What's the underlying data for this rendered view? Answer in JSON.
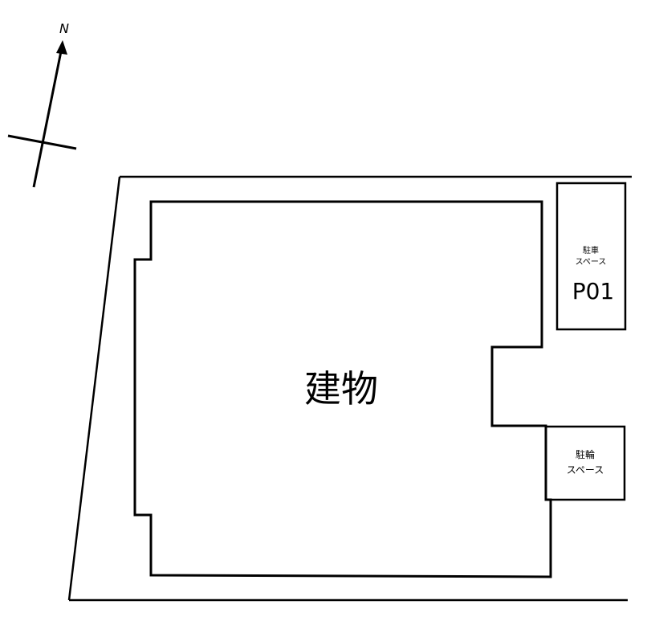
{
  "north_arrow": {
    "label": "N"
  },
  "building": {
    "label": "建物"
  },
  "parking": {
    "label_line1": "駐車",
    "label_line2": "スペース",
    "id": "P01"
  },
  "bicycle_parking": {
    "label_line1": "駐輪",
    "label_line2": "スペース"
  },
  "colors": {
    "line": "#000000",
    "background": "#ffffff"
  }
}
